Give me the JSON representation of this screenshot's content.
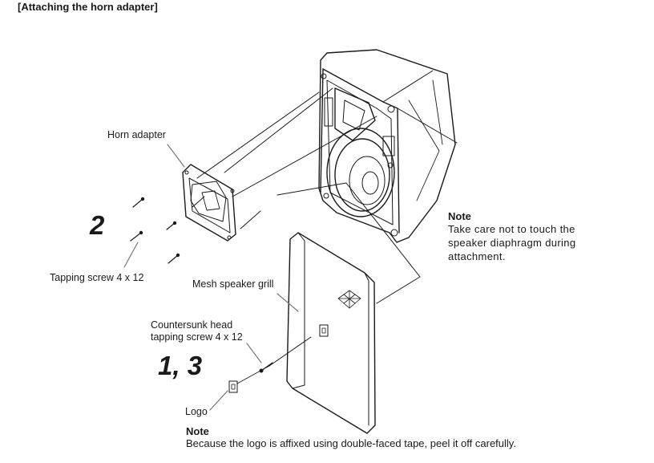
{
  "title": "[Attaching the horn adapter]",
  "labels": {
    "horn_adapter": "Horn adapter",
    "tapping_screw": "Tapping screw 4 x 12",
    "mesh_grill": "Mesh speaker grill",
    "countersunk_line1": "Countersunk head",
    "countersunk_line2": "tapping screw 4 x 12",
    "logo": "Logo"
  },
  "steps": {
    "step_2": "2",
    "step_1_3": "1, 3"
  },
  "note_right": {
    "heading": "Note",
    "body": "Take care not to touch the speaker diaphragm during attachment."
  },
  "note_bottom": {
    "heading": "Note",
    "body": "Because the logo is affixed using double-faced tape, peel it off carefully."
  }
}
